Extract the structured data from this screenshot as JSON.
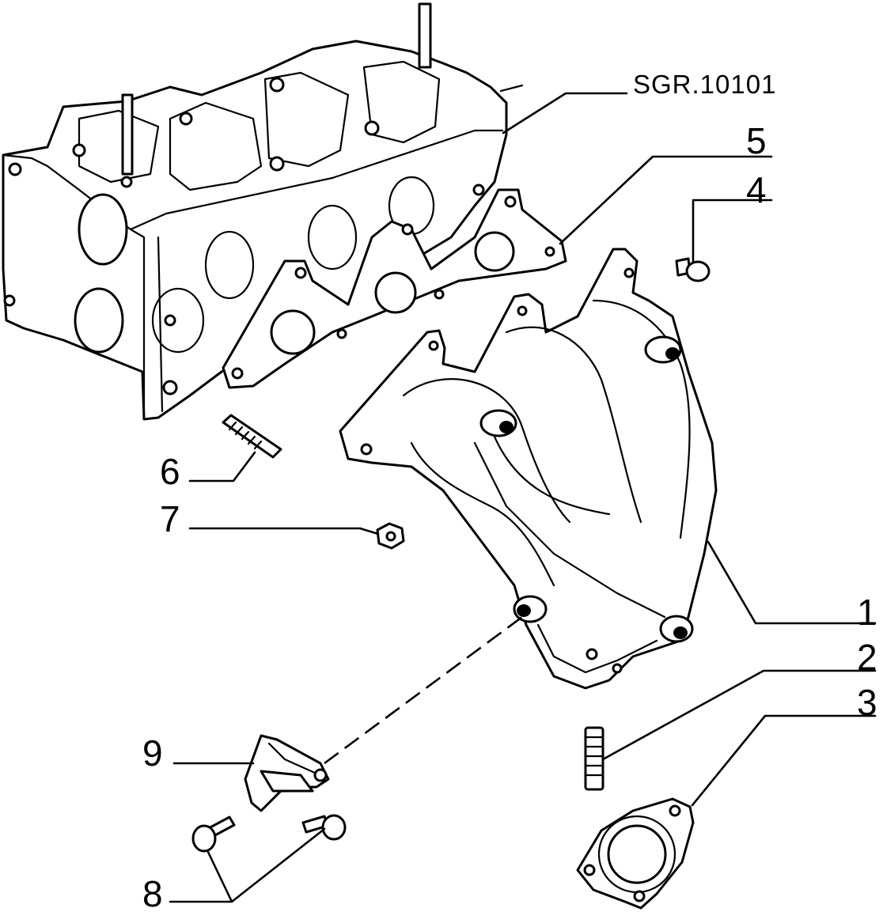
{
  "reference_code": "SGR.10101",
  "callouts": [
    {
      "id": "1",
      "label": "1"
    },
    {
      "id": "2",
      "label": "2"
    },
    {
      "id": "3",
      "label": "3"
    },
    {
      "id": "4",
      "label": "4"
    },
    {
      "id": "5",
      "label": "5"
    },
    {
      "id": "6",
      "label": "6"
    },
    {
      "id": "7",
      "label": "7"
    },
    {
      "id": "8",
      "label": "8"
    },
    {
      "id": "9",
      "label": "9"
    }
  ],
  "colors": {
    "line": "#000000",
    "background": "#ffffff"
  }
}
